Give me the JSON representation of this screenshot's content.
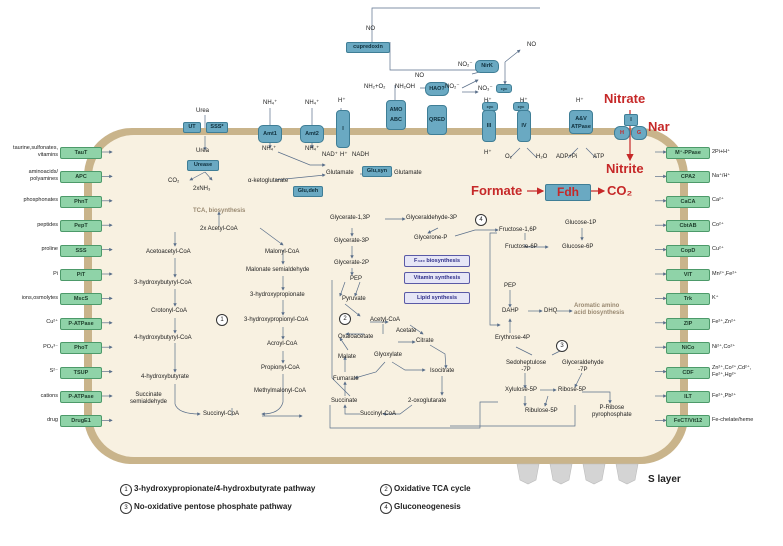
{
  "left_transporters": [
    {
      "substrate": "taurine,sulfonates,\nvitamins",
      "name": "TauT"
    },
    {
      "substrate": "aminoacids/\npolyamines",
      "name": "APC"
    },
    {
      "substrate": "phosphonates",
      "name": "PhnT"
    },
    {
      "substrate": "peptides",
      "name": "PepT"
    },
    {
      "substrate": "proline",
      "name": "SSS"
    },
    {
      "substrate": "Pi",
      "name": "PiT"
    },
    {
      "substrate": "ions,osmolytes",
      "name": "MscS"
    },
    {
      "substrate": "Cu²⁺",
      "name": "P-ATPase"
    },
    {
      "substrate": "PO₄³⁻",
      "name": "PhoT"
    },
    {
      "substrate": "S²⁻",
      "name": "TSUP"
    },
    {
      "substrate": "cations",
      "name": "P-ATPase"
    },
    {
      "substrate": "drug",
      "name": "DrugE1"
    }
  ],
  "right_transporters": [
    {
      "name": "M⁺-PPase",
      "substrate": "2Pi+H⁺"
    },
    {
      "name": "CPA2",
      "substrate": "Na⁺/H⁺"
    },
    {
      "name": "CaCA",
      "substrate": "Ca²⁺"
    },
    {
      "name": "CbtAB",
      "substrate": "Co²⁺"
    },
    {
      "name": "CopD",
      "substrate": "Cu²⁺"
    },
    {
      "name": "VIT",
      "substrate": "Mn²⁺,Fe²⁺"
    },
    {
      "name": "Trk",
      "substrate": "K⁺"
    },
    {
      "name": "ZIP",
      "substrate": "Fe²⁺,Zn²⁺"
    },
    {
      "name": "NiCo",
      "substrate": "Ni²⁺,Co²⁺"
    },
    {
      "name": "CDF",
      "substrate": "Zn²⁺,Co²⁺,Cd²⁺,\nFe²⁺,Hg²⁺"
    },
    {
      "name": "ILT",
      "substrate": "Fe²⁺,Pb²⁺"
    },
    {
      "name": "FeCT/Vit12",
      "substrate": "Fe-chelate/heme"
    }
  ],
  "membrane_proteins": {
    "ut": "UT",
    "sss": "SSS*",
    "urease": "Urease",
    "amt1": "Amt1",
    "amt2": "Amt2",
    "complex_i": "I",
    "amo": "AMO\nABC",
    "hao": "HAO?",
    "qred": "QRED",
    "complex_iii": "III",
    "complex_iv": "IV",
    "atpase": "A&V\nATPase",
    "cupredoxin": "cupredoxin",
    "nirk": "NirK",
    "nar": "Nar",
    "nar_i": "I",
    "nar_h": "H",
    "nar_g": "G",
    "cyc": "cyc"
  },
  "nitrogen": {
    "urea_top": "Urea",
    "urea_mid": "Urea",
    "co2": "CO₂",
    "nh3": "2xNH₃",
    "nh4_a": "NH₄⁺",
    "nh4_b": "NH₄⁺",
    "nh4_c": "NH₄⁺",
    "nh4_d": "NH₄⁺",
    "ketoglutarate": "α-ketoglutarate",
    "glutamate_1": "Glutamate",
    "glutamate_2": "Glutamate",
    "glu_syn": "Glu,syn",
    "glu_deh": "Glu,deh",
    "nh2o2": "NH₂+O₂",
    "nh2oh": "NH₂OH",
    "no_a": "NO",
    "no_b": "NO",
    "no_c": "NO",
    "no2_a": "NO₂⁻",
    "no2_b": "NO₂⁻",
    "no3": "NO₃⁻",
    "hplus_1": "H⁺",
    "hplus_2": "H⁺",
    "hplus_3": "H⁺",
    "hplus_4": "H⁺",
    "hplus_5": "H⁺",
    "hplus_6": "H⁺",
    "nad": "NAD⁺",
    "nadh": "NADH",
    "o2": "O₂",
    "h2o": "H₂O",
    "adp": "ADP+Pi",
    "atp": "ATP"
  },
  "big_labels": {
    "nitrate": "Nitrate",
    "nitrite": "Nitrite",
    "formate": "Formate",
    "fdh": "Fdh",
    "co2": "CO₂"
  },
  "pathway1": {
    "tca_biosynthesis": "TCA, biosynthesis",
    "acetyl_coa_2x": "2x Acetyl-CoA",
    "acetoacetyl": "Acetoacetyl-CoA",
    "hydroxybutyryl3": "3-hydroxybutyryl-CoA",
    "crotonyl": "Crotonyl-CoA",
    "hydroxybutyryl4": "4-hydroxybutyryl-CoA",
    "hydroxybutyrate4": "4-hydroxybutyrate",
    "succinate_semialdehyde": "Succinate\nsemialdehyde",
    "malonyl": "Malonyl-CoA",
    "malonate_semialdehyde": "Malonate semialdehyde",
    "hydroxypropionate": "3-hydroxypropionate",
    "hydroxypropionyl": "3-hydroxypropionyl-CoA",
    "acroyl": "Acroyl-CoA",
    "propionyl": "Propionyl-CoA",
    "methylmalonyl": "Methylmalonyl-CoA",
    "succinyl": "Succinyl-CoA"
  },
  "gluconeogenesis": {
    "glycerate13p": "Glycerate-1,3P",
    "glyceraldehyde3p": "Glyceraldehyde-3P",
    "glycerate3p": "Glycerate-3P",
    "glycerone": "Glycerone-P",
    "glycerate2p": "Glycerate-2P",
    "fructose16p": "Fructose-1,6P",
    "glucose1p": "Glucose-1P",
    "fructose6p": "Fructose-6P",
    "glucose6p": "Glucose-6P",
    "pep": "PEP"
  },
  "synthesis_boxes": {
    "f420": "F₄₂₀ biosynthesis",
    "vitamin": "Vitamin synthesis",
    "lipid": "Lipid synthesis"
  },
  "tca": {
    "pyruvate": "Pyruvate",
    "acetyl_coa": "Acetyl-CoA",
    "acetate": "Acetate",
    "oxaloacetate": "Oxaloacetate",
    "citrate": "Citrate",
    "malate": "Malate",
    "glyoxylate": "Glyoxylate",
    "isocitrate": "Isocitrate",
    "fumarate": "Fumarate",
    "succinate": "Succinate",
    "oxoglutarate": "2-oxoglutarate",
    "succinyl": "Succinyl-CoA"
  },
  "ppp": {
    "pep": "PEP",
    "dahp": "DAHP",
    "dhq": "DHQ",
    "aromatic": "Aromatic amino\nacid biosynthesis",
    "erythrose": "Erythrose-4P",
    "sedoheptulose": "Sedoheptulose\n-7P",
    "glyceraldehyde": "Glyceraldehyde\n-7P",
    "xylulose": "Xylulose-5P",
    "ribose": "Ribose-5P",
    "ribulose": "Ribulose-5P",
    "pribose": "P-Ribose\npyrophosphate"
  },
  "pathway_numbers": [
    "1",
    "2",
    "3",
    "4"
  ],
  "s_layer": "S layer",
  "legend": [
    {
      "num": "1",
      "text": "3-hydroxypropionate/4-hydroxbutyrate pathway"
    },
    {
      "num": "2",
      "text": "Oxidative TCA cycle"
    },
    {
      "num": "3",
      "text": "No-oxidative pentose phosphate pathway"
    },
    {
      "num": "4",
      "text": "Gluconeogenesis"
    }
  ],
  "colors": {
    "cell_fill": "#f8f1e1",
    "membrane": "#c9b48b",
    "transporter": "#8fd3a8",
    "enzyme": "#6aa9c2",
    "nitrate_red": "#c62828",
    "synth_text": "#2f2f8a",
    "arrow": "#5a6f8a"
  }
}
